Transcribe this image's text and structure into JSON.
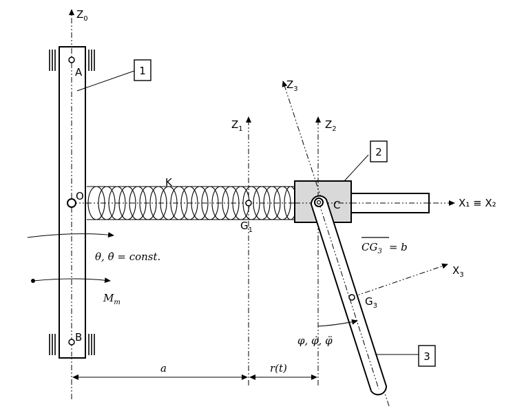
{
  "labels": {
    "z0": "Z",
    "z0_sub": "0",
    "z1": "Z",
    "z1_sub": "1",
    "z2": "Z",
    "z2_sub": "2",
    "z3": "Z",
    "z3_sub": "3",
    "x12": "X₁ ≡ X₂",
    "x3": "X",
    "x3_sub": "3",
    "A": "A",
    "B": "B",
    "O": "O",
    "C": "C",
    "K": "K",
    "G1": "G",
    "G1_sub": "1",
    "G3": "G",
    "G3_sub": "3",
    "box1": "1",
    "box2": "2",
    "box3": "3",
    "theta": "θ, θ̇ = const.",
    "Mm": "M",
    "Mm_sub": "m",
    "phi": "φ, φ̇, φ̈",
    "cg3": "CG",
    "cg3_sub": "3",
    "cg3_eq": "= b",
    "dim_a": "a",
    "dim_r": "r(t)"
  }
}
